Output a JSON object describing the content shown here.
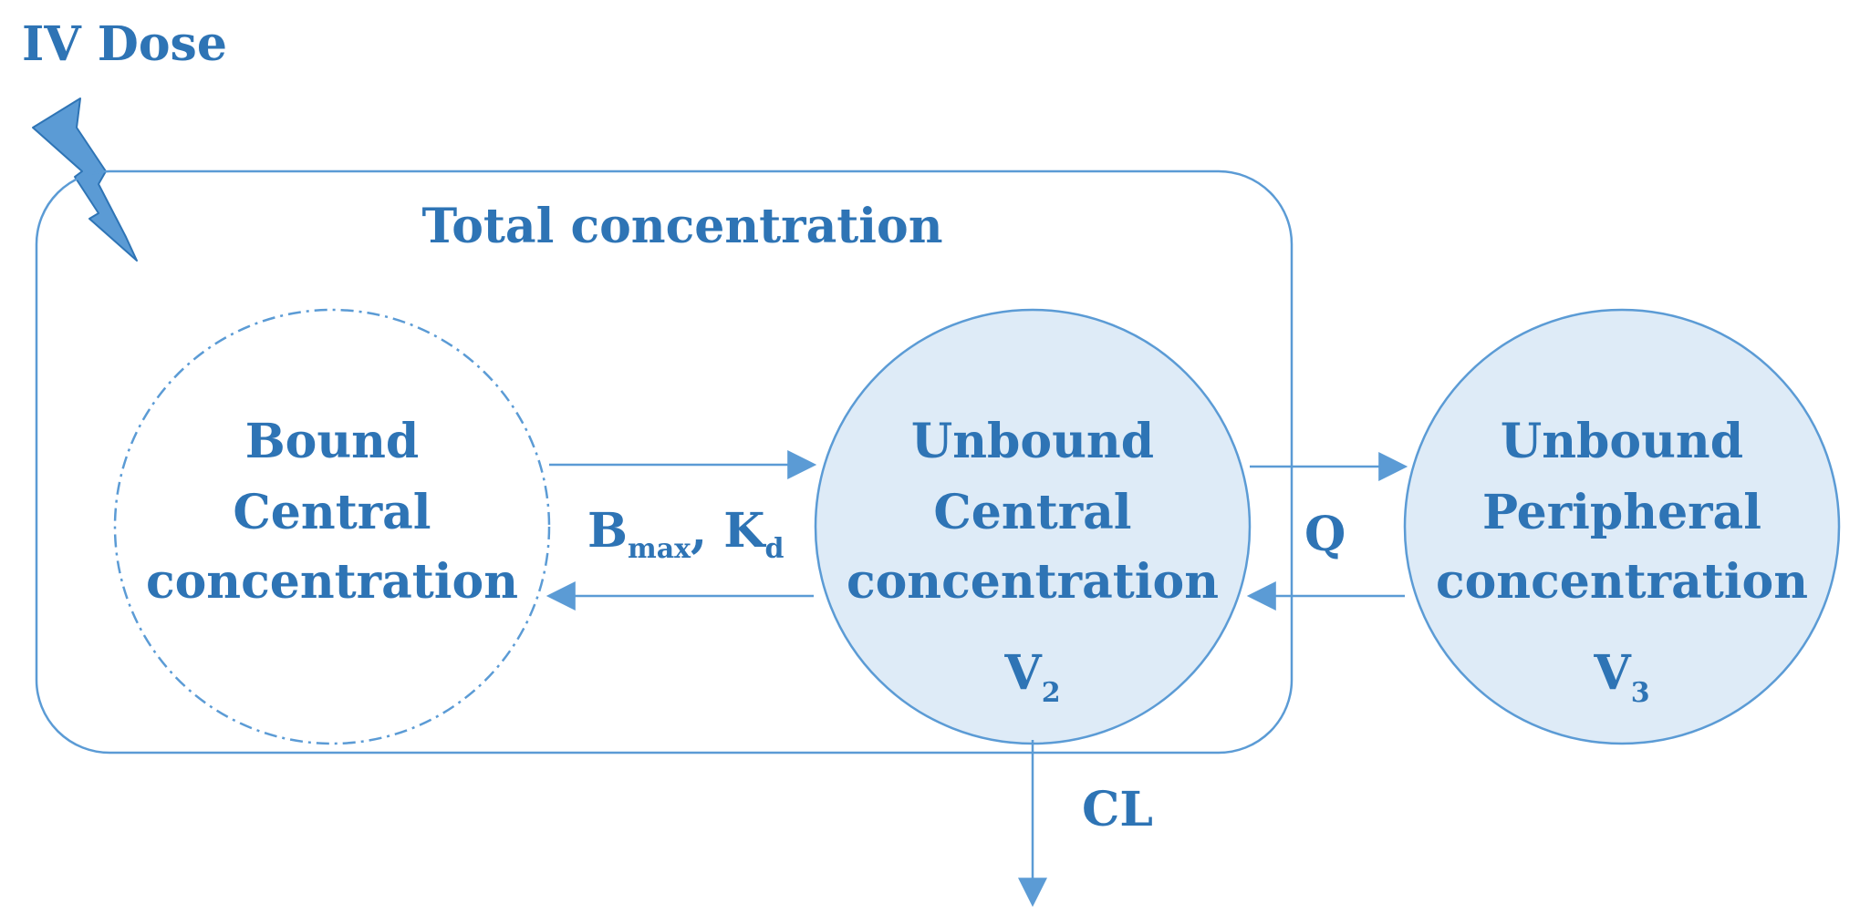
{
  "dose_label": "IV Dose",
  "total_label": "Total concentration",
  "bound": {
    "line1": "Bound",
    "line2": "Central",
    "line3": "concentration"
  },
  "unbound_central": {
    "line1": "Unbound",
    "line2": "Central",
    "line3": "concentration",
    "volume_main": "V",
    "volume_sub": "2"
  },
  "unbound_peripheral": {
    "line1": "Unbound",
    "line2": "Peripheral",
    "line3": "concentration",
    "volume_main": "V",
    "volume_sub": "3"
  },
  "binding": {
    "b_main": "B",
    "b_sub": "max",
    "separator": ", ",
    "k_main": "K",
    "k_sub": "d"
  },
  "q_label": "Q",
  "cl_label": "CL",
  "colors": {
    "text": "#2e74b5",
    "line": "#5b9bd5",
    "fill": "#deebf7",
    "bolt": "#5b9bd5",
    "bolt_stroke": "#2e74b5"
  }
}
